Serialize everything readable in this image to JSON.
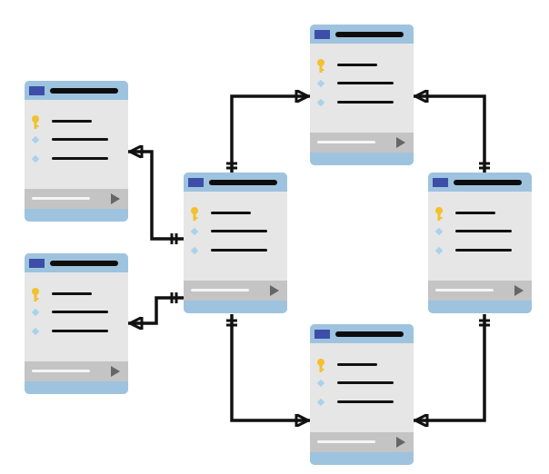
{
  "colors": {
    "frame": "#9ec3df",
    "header_square": "#3d4ea8",
    "title_bar": "#0d0d0d",
    "body": "#e6e6e6",
    "footer": "#c4c4c4",
    "key": "#f2c12e",
    "field_marker": "#a9d2ec",
    "connector": "#111111"
  },
  "icons": {
    "primary_key": "key-icon",
    "field": "diamond-icon",
    "action": "play-icon"
  },
  "tables": [
    {
      "id": "top",
      "rows": [
        "key",
        "field",
        "field"
      ]
    },
    {
      "id": "left-upper",
      "rows": [
        "key",
        "field",
        "field"
      ]
    },
    {
      "id": "left-lower",
      "rows": [
        "key",
        "field",
        "field"
      ]
    },
    {
      "id": "center",
      "rows": [
        "key",
        "field",
        "field"
      ]
    },
    {
      "id": "right",
      "rows": [
        "key",
        "field",
        "field"
      ]
    },
    {
      "id": "bottom",
      "rows": [
        "key",
        "field",
        "field"
      ]
    }
  ],
  "relationships": [
    {
      "from": "left-upper",
      "to": "center",
      "from_end": "many",
      "to_end": "one"
    },
    {
      "from": "left-lower",
      "to": "center",
      "from_end": "many",
      "to_end": "one"
    },
    {
      "from": "center",
      "to": "top",
      "from_end": "one",
      "to_end": "many"
    },
    {
      "from": "top",
      "to": "right",
      "from_end": "many",
      "to_end": "one"
    },
    {
      "from": "center",
      "to": "bottom",
      "from_end": "one",
      "to_end": "many"
    },
    {
      "from": "right",
      "to": "bottom",
      "from_end": "one",
      "to_end": "many"
    }
  ]
}
